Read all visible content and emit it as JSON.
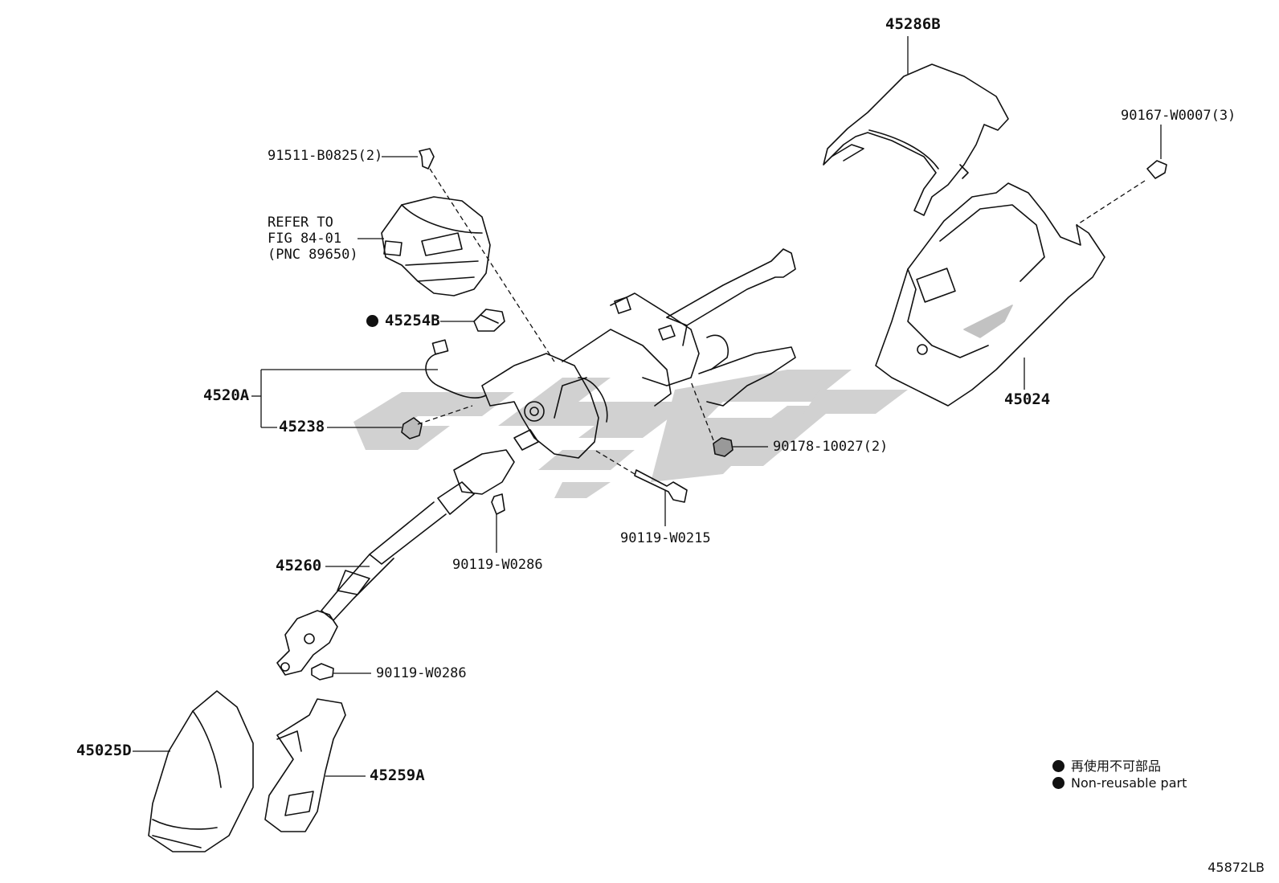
{
  "labels": {
    "p45286B": "45286B",
    "p90167": "90167-W0007(3)",
    "p91511": "91511-B0825(2)",
    "refer1": "REFER TO",
    "refer2": "FIG 84-01",
    "refer3": "(PNC 89650)",
    "p45254B": "45254B",
    "p4520A": "4520A",
    "p45238": "45238",
    "p90178": "90178-10027(2)",
    "p45024": "45024",
    "p90119_w0215": "90119-W0215",
    "p90119_w0286_a": "90119-W0286",
    "p45260": "45260",
    "p90119_w0286_b": "90119-W0286",
    "p45025D": "45025D",
    "p45259A": "45259A"
  },
  "legend": {
    "line1": "再使用不可部品",
    "line2": "Non-reusable part"
  },
  "figure_number": "45872LB",
  "colors": {
    "line": "#111111",
    "watermark": "#c8c8c8",
    "background": "#ffffff"
  }
}
